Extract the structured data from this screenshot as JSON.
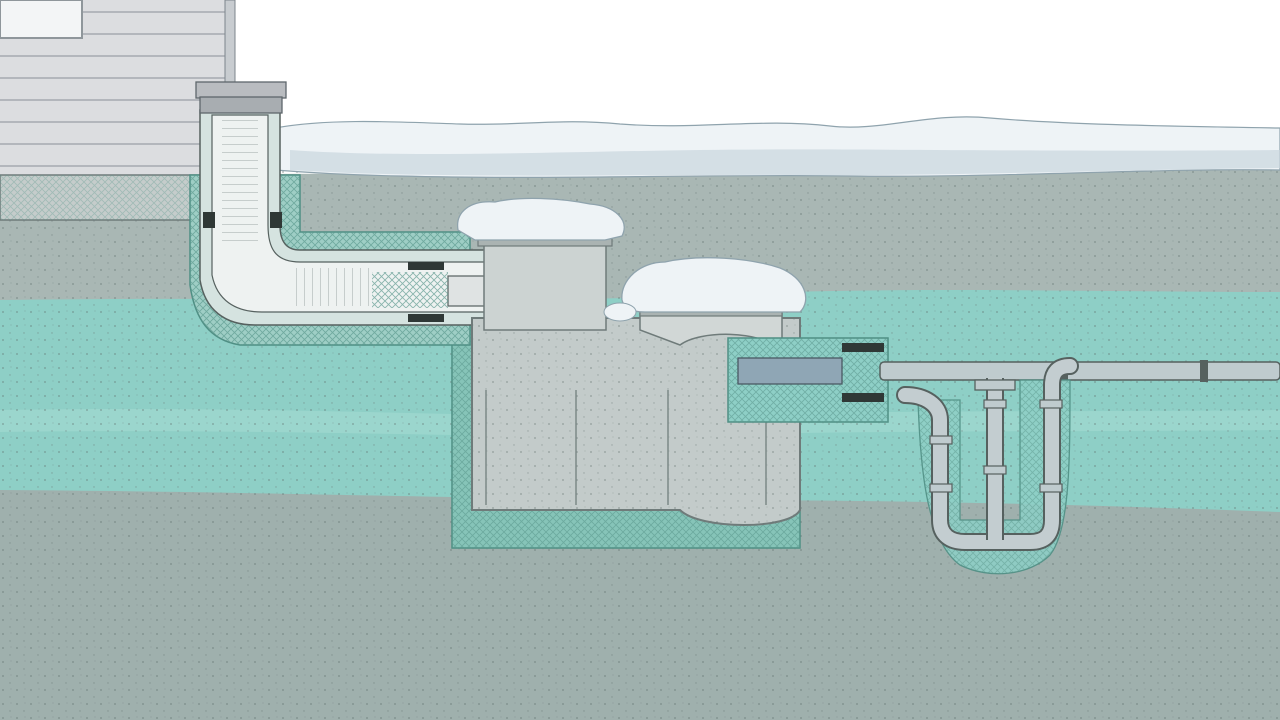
{
  "diagram": {
    "labels": [],
    "colors": {
      "sky": "#ffffff",
      "siding": "#dcdde0",
      "siding_line": "#9aa0a6",
      "trim": "#b9bcc0",
      "snow": "#eef3f6",
      "snow_shadow": "#c9d6de",
      "topsoil": "#a9b7b4",
      "frost_zone": "#8ecfc6",
      "frost_zone_light": "#a6dcd3",
      "deep_soil": "#9fb0ad",
      "gravel_backfill": "#7fc2b5",
      "tank_concrete": "#c3cbca",
      "tank_outline": "#6f7b7a",
      "pipe_insulation": "#d7e4e2",
      "pipe_metal": "#b7c3c6",
      "pipe_outline": "#56615f",
      "outlet_plug": "#8fa6b5"
    },
    "elements": [
      "house-siding",
      "downspout",
      "house-foundation",
      "snow-cover",
      "insulated-inlet-pipe",
      "inlet-baffle",
      "septic-tank",
      "tank-riser-inlet",
      "tank-riser-outlet",
      "outlet-pipe",
      "distribution-trap"
    ]
  }
}
